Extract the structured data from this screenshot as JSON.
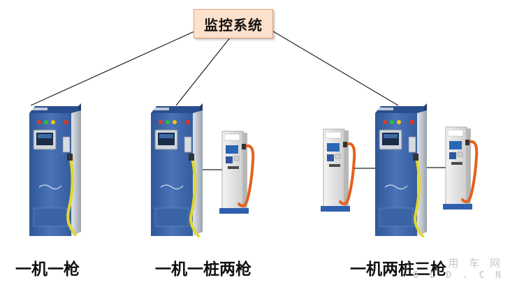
{
  "root": {
    "label": "监控系统"
  },
  "configurations": [
    {
      "label": "一机一枪"
    },
    {
      "label": "一机一桩两枪"
    },
    {
      "label": "一机两桩三枪"
    }
  ],
  "watermark": {
    "text_top": "用 车 网",
    "text_bottom": "G L D . C N"
  },
  "colors": {
    "root_box_fill": "#fde1cc",
    "charger_body": "#3c66a9",
    "charger_top": "#2c4f8c",
    "cable": "#e2d72b",
    "gun_cable": "#e5601d",
    "post_body": "#e6e6e6",
    "connector_line": "#222222"
  },
  "icons": [
    "charger-cabinet-icon",
    "charging-post-icon",
    "lamp-red-icon",
    "lamp-green-icon",
    "lamp-yellow-icon",
    "screen-icon"
  ]
}
